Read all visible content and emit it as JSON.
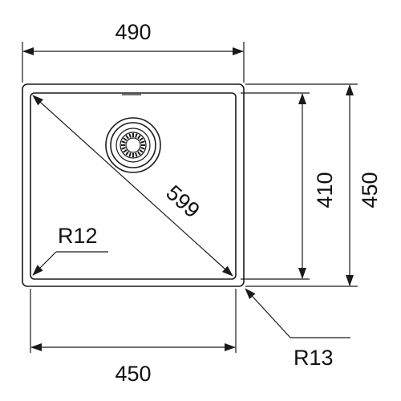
{
  "dimensions": {
    "outer_width": "490",
    "inner_width": "450",
    "inner_height": "410",
    "outer_height": "450",
    "diagonal": "599",
    "inner_radius": "R12",
    "outer_radius": "R13"
  },
  "colors": {
    "line": "#1a1a1a",
    "background": "#ffffff"
  }
}
